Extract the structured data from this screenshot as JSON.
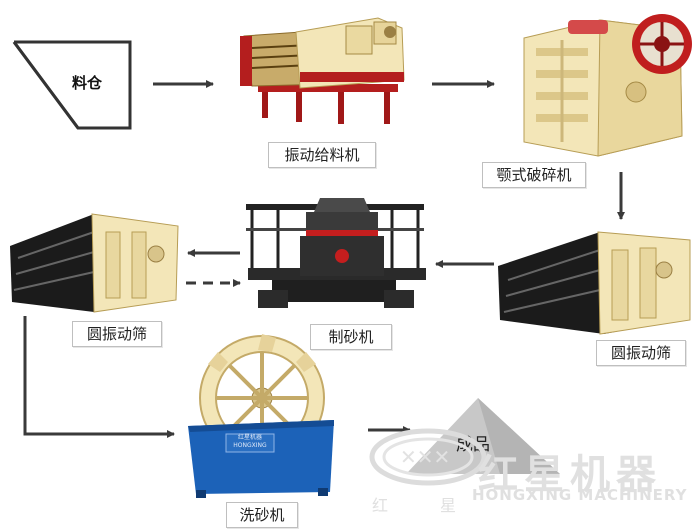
{
  "nodes": {
    "bin": {
      "label": "料仓"
    },
    "feeder": {
      "label": "振动给料机"
    },
    "jaw_crusher": {
      "label": "颚式破碎机"
    },
    "screen_right": {
      "label": "圆振动筛"
    },
    "sand_maker": {
      "label": "制砂机"
    },
    "screen_left": {
      "label": "圆振动筛"
    },
    "sand_washer": {
      "label": "洗砂机"
    },
    "product": {
      "label": "成品"
    }
  },
  "washer_plate": {
    "line1": "红星机器",
    "line2": "HONGXING"
  },
  "watermark": {
    "brand": "红星机器",
    "brand_en": "HONGXING MACHINERY",
    "small_a": "红",
    "small_b": "星"
  },
  "colors": {
    "arrow": "#3a3a3a",
    "machine_cream": "#f3e6b8",
    "machine_red": "#b41e1e",
    "washer_blue": "#1c62b8",
    "screen_black": "#1b1b1b"
  }
}
